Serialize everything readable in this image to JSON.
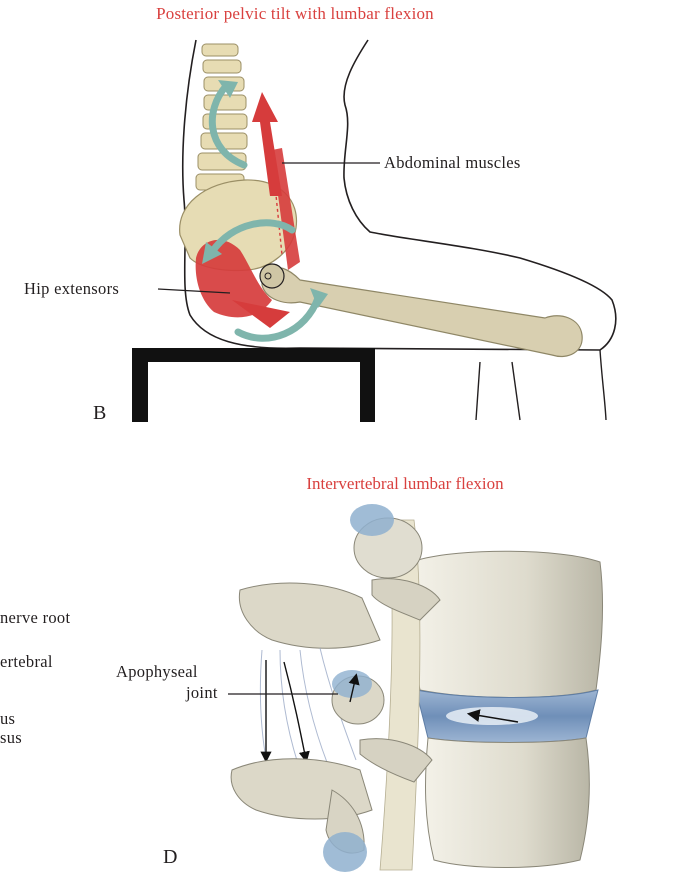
{
  "panel_b": {
    "title": "Posterior pelvic tilt with lumbar flexion",
    "label_abdominal": "Abdominal muscles",
    "label_hip_extensors": "Hip extensors",
    "panel_letter": "B"
  },
  "panel_d": {
    "title": "Intervertebral lumbar flexion",
    "label_apophyseal_line1": "Apophyseal",
    "label_apophyseal_line2": "joint",
    "cut_label_1": "nerve root",
    "cut_label_2": "ertebral",
    "cut_label_3": "us",
    "cut_label_4": "sus",
    "panel_letter": "D"
  },
  "colors": {
    "title_red": "#d9413f",
    "bone": "#d8cfb0",
    "muscle_red": "#d63c3c",
    "arrow_teal": "#7fb5ac",
    "disc_blue": "#7f9cc0",
    "vertebra_gray": "#e0ddd0",
    "seat_black": "#111111"
  }
}
